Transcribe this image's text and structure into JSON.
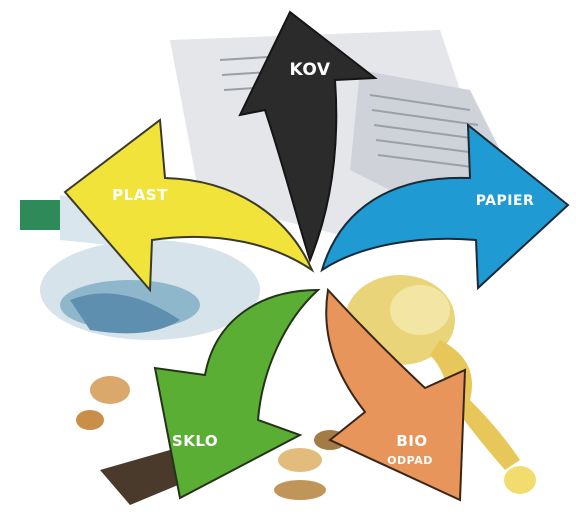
{
  "labels": {
    "kov": "KOV",
    "plast": "PLAST",
    "papier": "PAPIER",
    "sklo": "SKLO",
    "bio_line1": "BIO",
    "bio_line2": "ODPAD"
  },
  "colors": {
    "kov": "#2b2b2b",
    "plast": "#f2e33a",
    "papier": "#1f9ad3",
    "sklo": "#5aae34",
    "bio": "#e7955a",
    "background": "#ffffff"
  },
  "icons": {
    "background": "waste-collage",
    "bottle": "bottle-icon",
    "paper": "newspaper-icon",
    "peel": "fruit-peel-icon"
  }
}
